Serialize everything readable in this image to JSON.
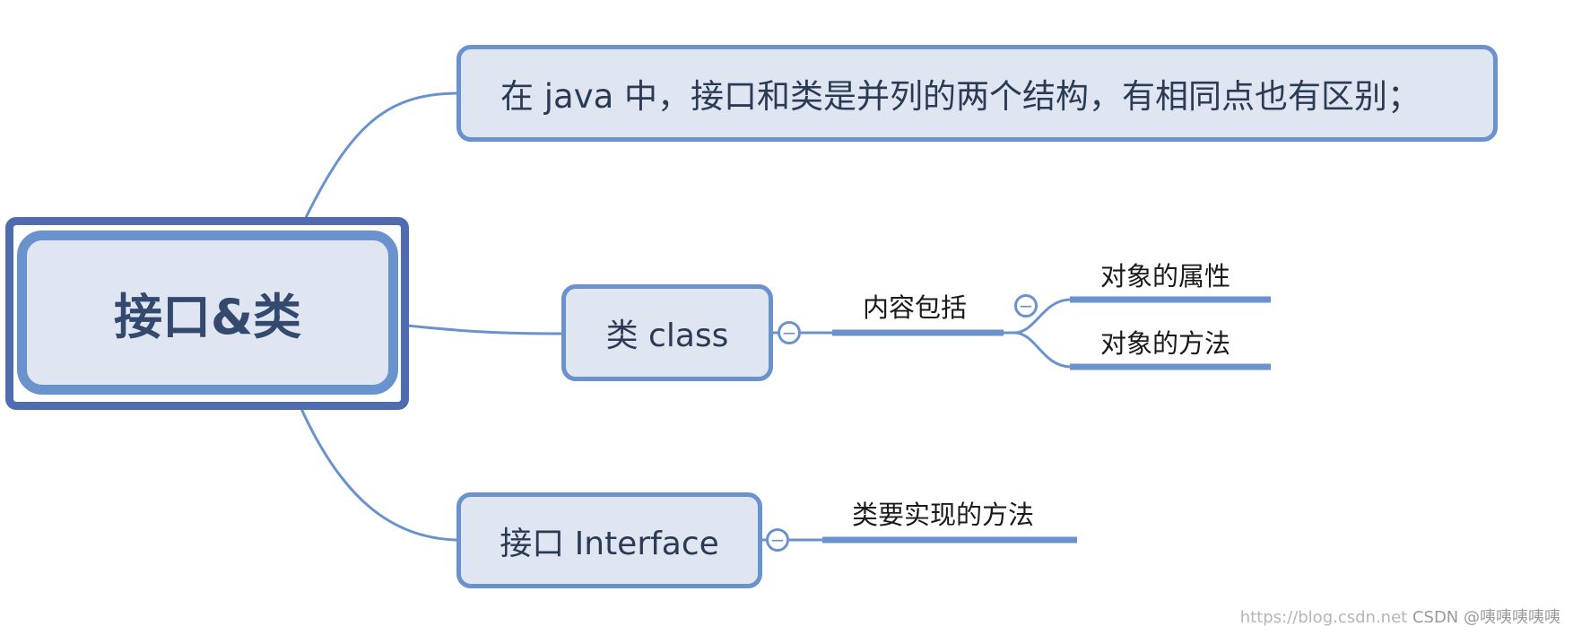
{
  "colors": {
    "line": "#6a93ce",
    "node_fill": "#dfe6f1",
    "root_outer": "#4f6cb1",
    "text": "#2b3a55"
  },
  "root": {
    "label": "接口&类"
  },
  "description": {
    "text": "在 java 中，接口和类是并列的两个结构，有相同点也有区别；"
  },
  "class_node": {
    "label": "类 class",
    "child": {
      "label": "内容包括",
      "children": [
        "对象的属性",
        "对象的方法"
      ]
    }
  },
  "interface_node": {
    "label": "接口 Interface",
    "child": {
      "label": "类要实现的方法"
    }
  },
  "watermark": {
    "url": "https://blog.csdn.net",
    "text": "CSDN @咦咦咦咦咦"
  }
}
